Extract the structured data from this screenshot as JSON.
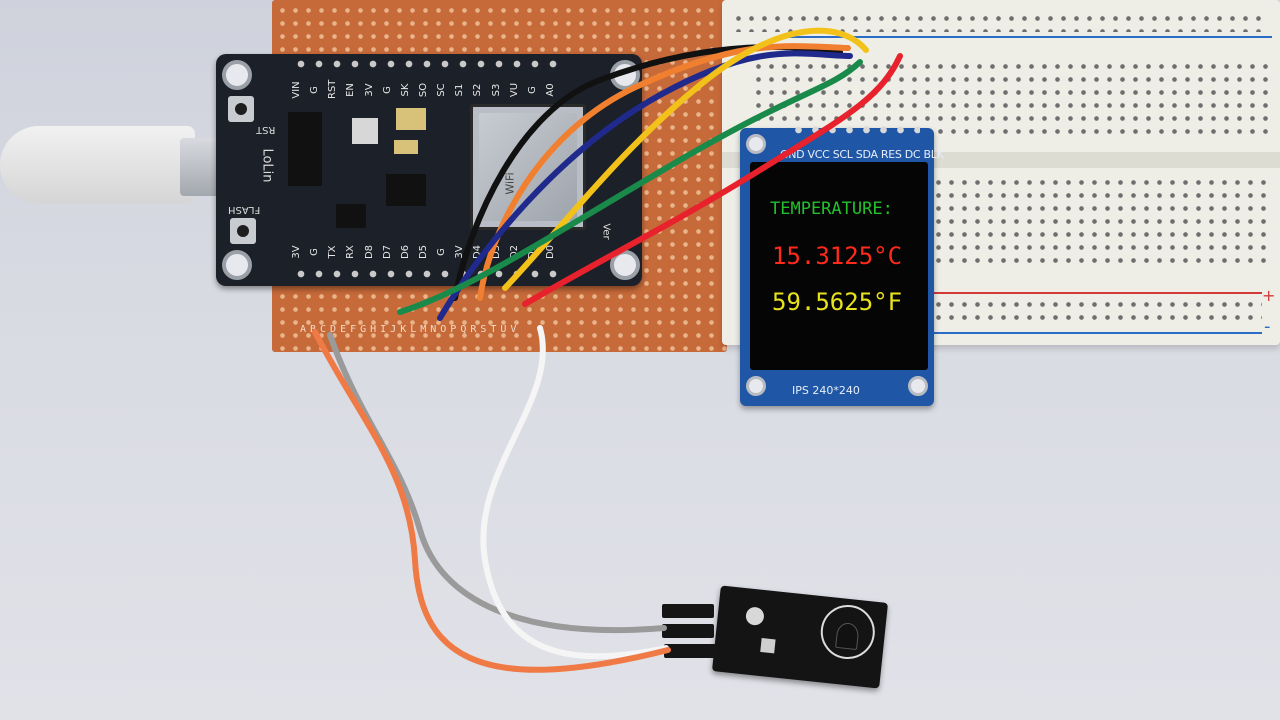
{
  "image": {
    "description": "",
    "background_color": "#d8dae2"
  },
  "perfboard": {
    "color": "#c66a3a",
    "row_letters": "ABCDEFGHIJKLMNOPQRSTUV"
  },
  "breadboard": {
    "color": "#eeeee7",
    "rail_colors": {
      "positive": "#d23a3a",
      "negative": "#2b6cc7"
    },
    "rail_symbols": {
      "positive": "+",
      "negative": "-"
    }
  },
  "nodemcu": {
    "brand": "LoLin",
    "buttons": {
      "reset": "RST",
      "flash": "FLASH"
    },
    "top_pins": [
      "VIN",
      "G",
      "RST",
      "EN",
      "3V",
      "G",
      "SK",
      "SO",
      "SC",
      "S1",
      "S2",
      "S3",
      "VU",
      "G",
      "A0"
    ],
    "bottom_pins": [
      "3V",
      "G",
      "TX",
      "RX",
      "D8",
      "D7",
      "D6",
      "D5",
      "G",
      "3V",
      "D4",
      "D3",
      "D2",
      "D1",
      "D0"
    ],
    "board_color": "#1c2028",
    "side_label": "Ver",
    "module_text": "WiFi"
  },
  "display": {
    "pin_labels": "GND VCC SCL SDA RES DC BLK",
    "model_label": "IPS 240*240",
    "board_color": "#1f56a5",
    "screen_background": "#050505",
    "lines": [
      {
        "text": "TEMPERATURE:",
        "color": "#22c12b"
      },
      {
        "text": "15.3125°C",
        "color": "#ff2a1a"
      },
      {
        "text": "59.5625°F",
        "color": "#e8e21c"
      }
    ]
  },
  "sensor_module": {
    "board_color": "#141414",
    "pins": 3
  },
  "wires": {
    "colors": [
      "#111111",
      "#f08030",
      "#1f2a8c",
      "#f2c21b",
      "#1a8a4a",
      "#e8222c",
      "#9a9a9a",
      "#f5f5f5",
      "#f07a45"
    ]
  }
}
